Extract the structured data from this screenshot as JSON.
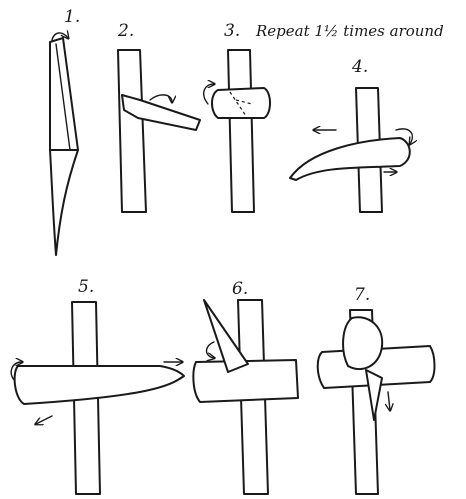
{
  "steps": [
    {
      "label": "1."
    },
    {
      "label": "2."
    },
    {
      "label": "3.",
      "note": "Repeat 1½ times around"
    },
    {
      "label": "4."
    },
    {
      "label": "5."
    },
    {
      "label": "6."
    },
    {
      "label": "7."
    }
  ],
  "colors": {
    "ink": "#1a1a1a",
    "paper": "#ffffff"
  }
}
